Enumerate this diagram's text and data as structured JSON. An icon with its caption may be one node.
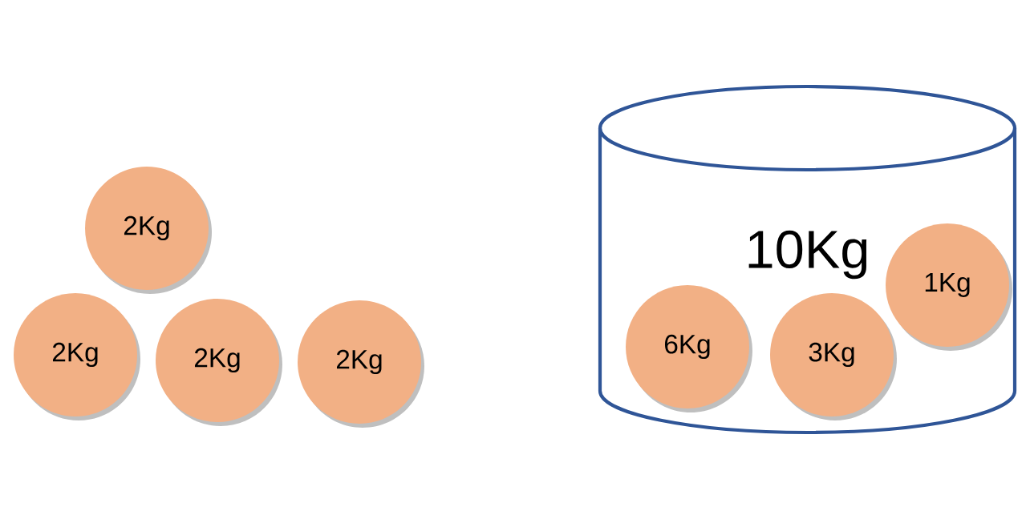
{
  "diagram": {
    "nodes": [
      {
        "text": [
          "2Kg"
        ]
      },
      {
        "text": [
          "2Kg"
        ]
      },
      {
        "text": [
          "2Kg"
        ]
      },
      {
        "text": [
          "2Kg"
        ]
      },
      {
        "text": [
          "10Kg"
        ]
      },
      {
        "text": [
          "6Kg"
        ],
        "in": 4
      },
      {
        "text": [
          "3Kg"
        ],
        "in": 4
      },
      {
        "text": [
          "1Kg"
        ],
        "in": 4
      }
    ]
  }
}
